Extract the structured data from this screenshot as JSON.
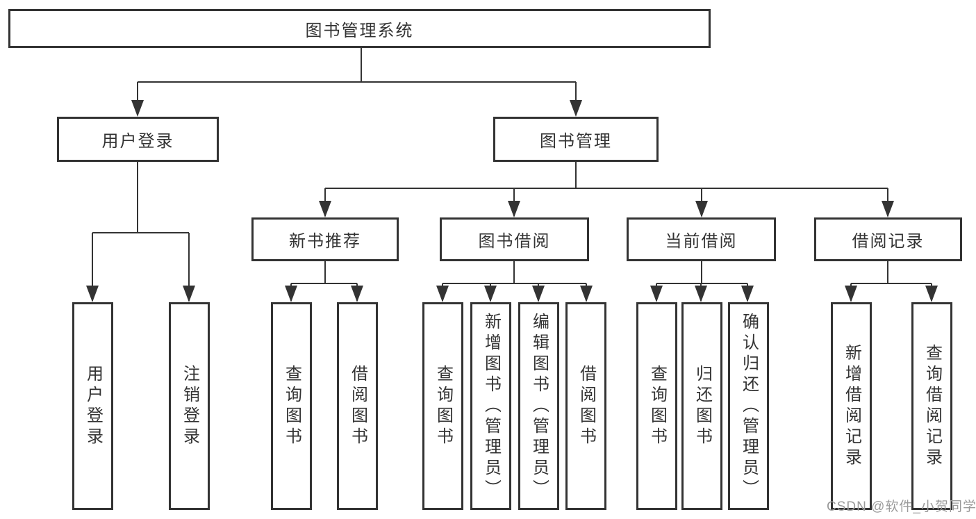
{
  "tree": {
    "label": "图书管理系统",
    "children": [
      {
        "label": "用户登录",
        "children": [
          {
            "label": "用户登录"
          },
          {
            "label": "注销登录"
          }
        ]
      },
      {
        "label": "图书管理",
        "children": [
          {
            "label": "新书推荐",
            "children": [
              {
                "label": "查询图书"
              },
              {
                "label": "借阅图书"
              }
            ]
          },
          {
            "label": "图书借阅",
            "children": [
              {
                "label": "查询图书"
              },
              {
                "label": "新增图书（管理员）"
              },
              {
                "label": "编辑图书（管理员）"
              },
              {
                "label": "借阅图书"
              }
            ]
          },
          {
            "label": "当前借阅",
            "children": [
              {
                "label": "查询图书"
              },
              {
                "label": "归还图书"
              },
              {
                "label": "确认归还（管理员）"
              }
            ]
          },
          {
            "label": "借阅记录",
            "children": [
              {
                "label": "新增借阅记录"
              },
              {
                "label": "查询借阅记录"
              }
            ]
          }
        ]
      }
    ]
  },
  "watermark": {
    "text": "CSDN @软件_小贺同学"
  },
  "colors": {
    "line": "#333333",
    "box_border": "#333333",
    "text": "#333333",
    "watermark": "#9a9a9a",
    "background": "#ffffff"
  }
}
